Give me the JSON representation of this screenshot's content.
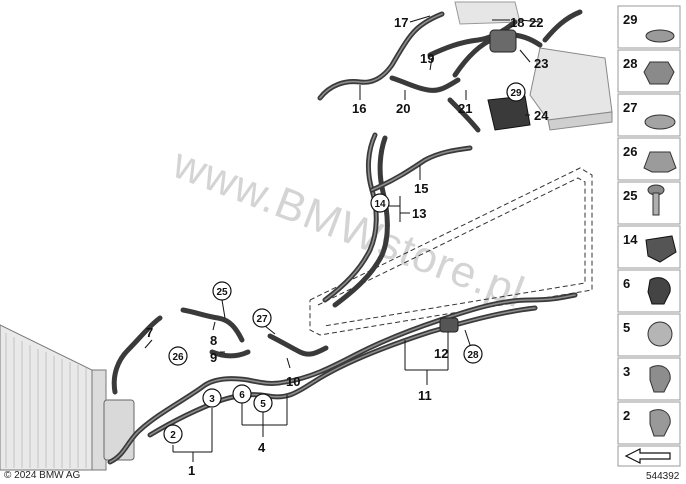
{
  "diagram": {
    "watermark": "www.BMWstore.pl",
    "copyright": "© 2024 BMW AG",
    "diagram_number": "544392",
    "callouts": {
      "c1": "1",
      "c2": "2",
      "c3": "3",
      "c4": "4",
      "c5": "5",
      "c6": "6",
      "c7": "7",
      "c8": "8",
      "c9": "9",
      "c10": "10",
      "c11": "11",
      "c12": "12",
      "c13": "13",
      "c14": "14",
      "c15": "15",
      "c16": "16",
      "c17": "17",
      "c18": "18",
      "c19": "19",
      "c20": "20",
      "c21": "21",
      "c22": "22",
      "c23": "23",
      "c24": "24",
      "c25": "25",
      "c26": "26",
      "c27": "27",
      "c28": "28",
      "c29": "29"
    },
    "sidebar_parts": [
      "29",
      "28",
      "27",
      "26",
      "25",
      "14",
      "6",
      "5",
      "3",
      "2"
    ]
  }
}
